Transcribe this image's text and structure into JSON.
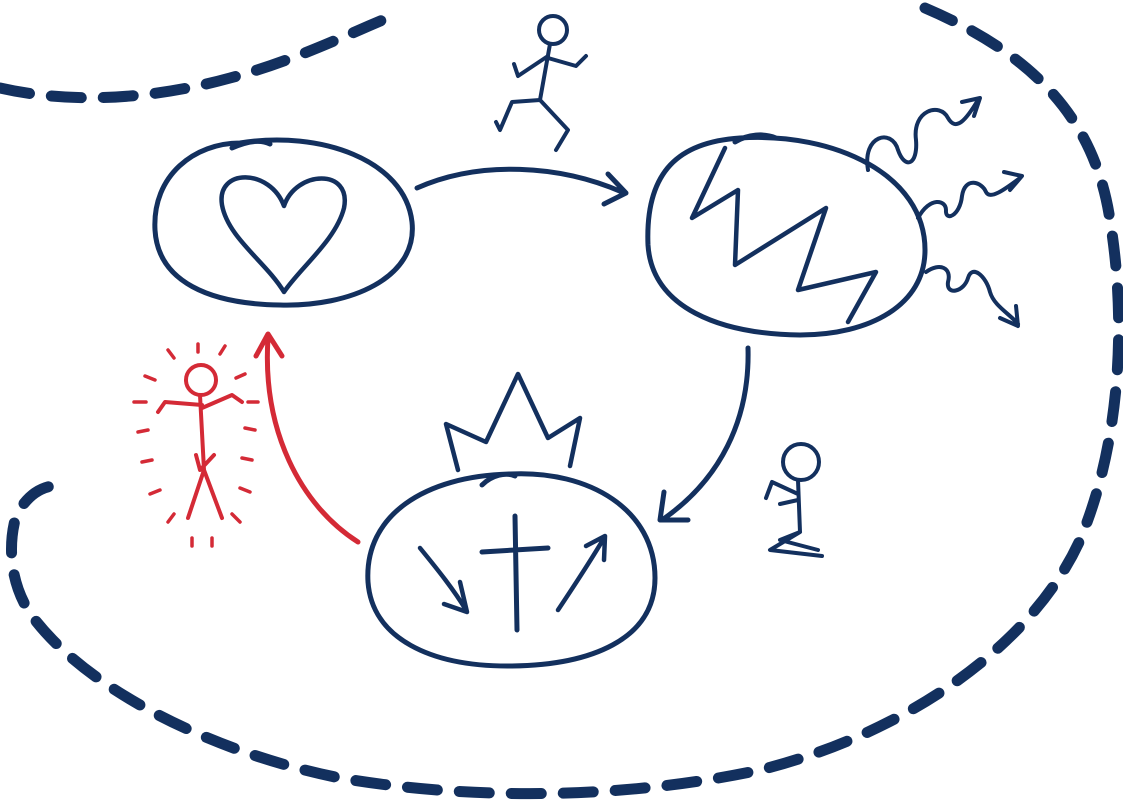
{
  "colors": {
    "ink": "#13305e",
    "accent": "#d42a36",
    "background": "#ffffff"
  },
  "nodes": [
    {
      "id": "heart",
      "icon": "heart-icon"
    },
    {
      "id": "broken",
      "icon": "zigzag-crack-icon"
    },
    {
      "id": "cross",
      "icon": "cross-crown-icon"
    }
  ],
  "figures": [
    {
      "id": "running-person",
      "icon": "running-person-icon"
    },
    {
      "id": "kneeling-person",
      "icon": "kneeling-person-icon"
    },
    {
      "id": "restored-person",
      "icon": "radiant-person-icon"
    }
  ]
}
